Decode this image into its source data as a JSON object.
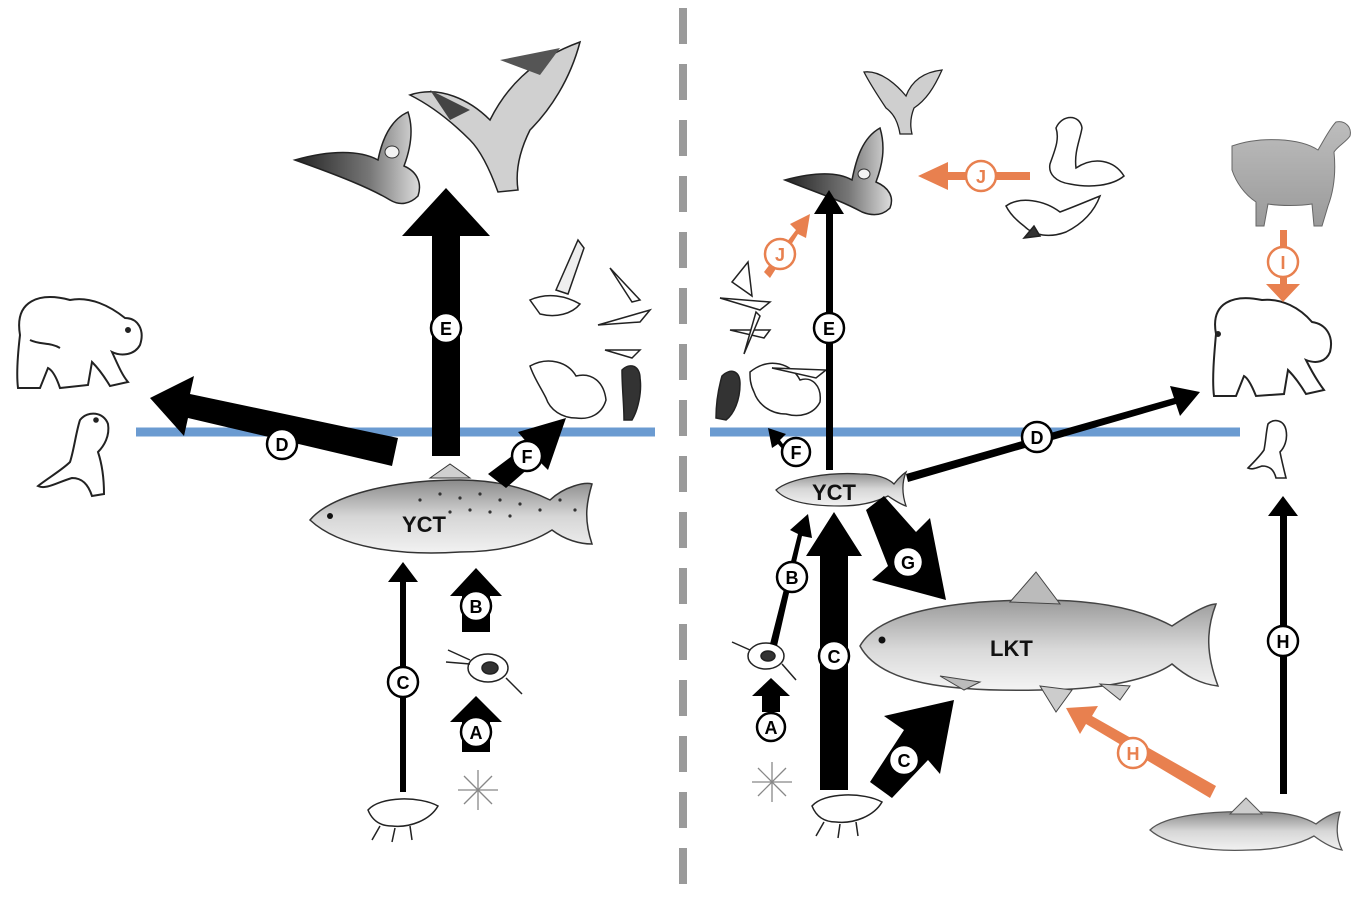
{
  "labels": {
    "yct_left": "YCT",
    "yct_right": "YCT",
    "lkt": "LKT"
  },
  "links_left": [
    {
      "id": "A",
      "from": "phytoplankton",
      "to": "zooplankton"
    },
    {
      "id": "B",
      "from": "zooplankton",
      "to": "cutthroat trout"
    },
    {
      "id": "C",
      "from": "amphipods",
      "to": "cutthroat trout"
    },
    {
      "id": "D",
      "from": "cutthroat trout",
      "to": "bear / otter"
    },
    {
      "id": "E",
      "from": "cutthroat trout",
      "to": "eagle / osprey"
    },
    {
      "id": "F",
      "from": "cutthroat trout",
      "to": "water birds"
    }
  ],
  "links_right": [
    {
      "id": "A",
      "from": "phytoplankton",
      "to": "zooplankton"
    },
    {
      "id": "B",
      "from": "zooplankton",
      "to": "cutthroat trout"
    },
    {
      "id": "C",
      "from": "amphipods",
      "to": "cutthroat trout"
    },
    {
      "id": "C",
      "from": "amphipods",
      "to": "lake trout"
    },
    {
      "id": "D",
      "from": "cutthroat trout",
      "to": "bear / otter"
    },
    {
      "id": "E",
      "from": "cutthroat trout",
      "to": "eagle"
    },
    {
      "id": "F",
      "from": "cutthroat trout",
      "to": "water birds"
    },
    {
      "id": "G",
      "from": "cutthroat trout",
      "to": "lake trout"
    },
    {
      "id": "H",
      "from": "sucker",
      "to": "otter"
    },
    {
      "id": "H",
      "from": "sucker",
      "to": "lake trout"
    },
    {
      "id": "I",
      "from": "elk calf",
      "to": "bear"
    },
    {
      "id": "J",
      "from": "swan / goose",
      "to": "eagle"
    },
    {
      "id": "J",
      "from": "water birds",
      "to": "eagle"
    }
  ],
  "colors": {
    "flow": "#000000",
    "alt_flow": "#e8804f",
    "water_line": "#6b9bd1",
    "divider": "#9a9a9a"
  }
}
